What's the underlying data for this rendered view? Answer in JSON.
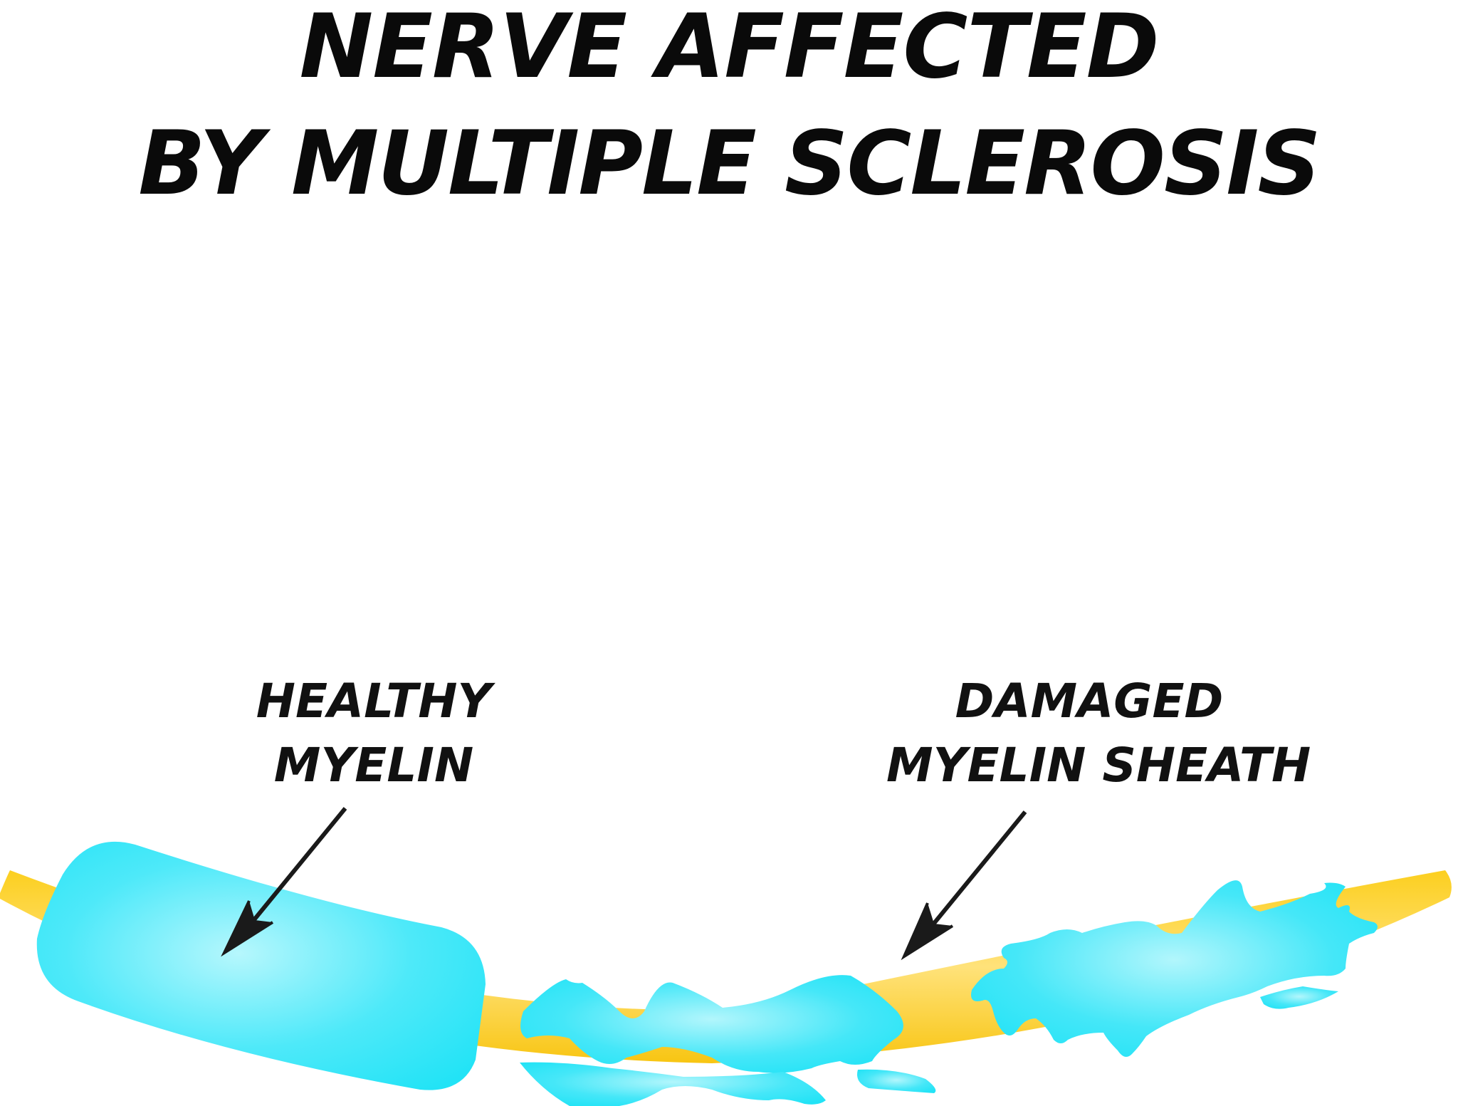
{
  "title": {
    "line1": "NERVE AFFECTED",
    "line2": "BY MULTIPLE SCLEROSIS"
  },
  "labels": {
    "healthy": {
      "line1": "HEALTHY",
      "line2": "MYELIN"
    },
    "damaged": {
      "line1": "DAMAGED",
      "line2": "MYELIN SHEATH"
    }
  },
  "colors": {
    "axon": "#fccf1f",
    "axon_highlight": "#ffe47a",
    "myelin": "#26e6f7",
    "myelin_highlight": "#b6f7fd",
    "text": "#0a0a0a",
    "arrow": "#1a1a1a"
  }
}
